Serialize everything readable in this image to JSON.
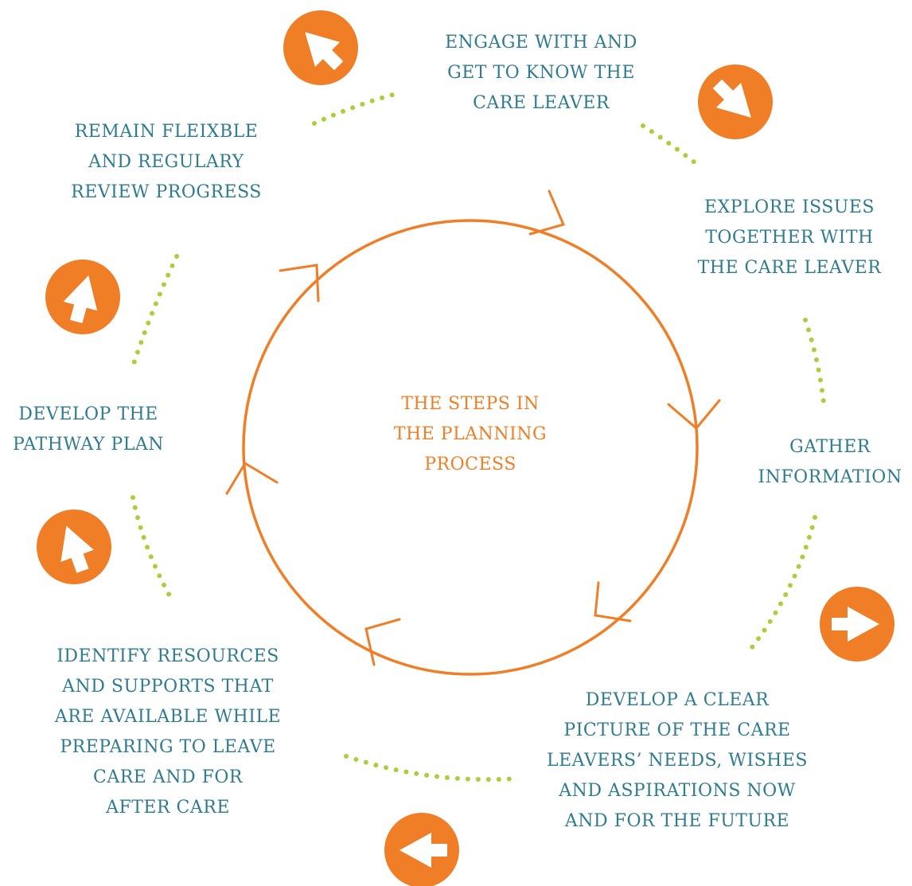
{
  "center": {
    "lines": [
      "THE STEPS IN",
      "THE PLANNING",
      "PROCESS"
    ]
  },
  "steps": [
    {
      "lines": [
        "ENGAGE WITH AND",
        "GET TO KNOW THE",
        "CARE LEAVER"
      ]
    },
    {
      "lines": [
        "EXPLORE ISSUES",
        "TOGETHER WITH",
        "THE CARE LEAVER"
      ]
    },
    {
      "lines": [
        "GATHER",
        "INFORMATION"
      ]
    },
    {
      "lines": [
        "DEVELOP A CLEAR",
        "PICTURE OF THE CARE",
        "LEAVERS’ NEEDS, WISHES",
        "AND ASPIRATIONS NOW",
        "AND FOR THE FUTURE"
      ]
    },
    {
      "lines": [
        "IDENTIFY RESOURCES",
        "AND SUPPORTS THAT",
        "ARE AVAILABLE WHILE",
        "PREPARING TO LEAVE",
        "CARE AND FOR",
        "AFTER CARE"
      ]
    },
    {
      "lines": [
        "DEVELOP THE",
        "PATHWAY PLAN"
      ]
    },
    {
      "lines": [
        "REMAIN FLEIXBLE",
        "AND REGULARY",
        "REVIEW PROGRESS"
      ]
    }
  ],
  "icons": [
    "arrow-icon",
    "arrow-icon",
    "arrow-icon",
    "arrow-icon",
    "arrow-icon",
    "arrow-icon",
    "arrow-icon"
  ],
  "colors": {
    "accent": "#f07e26",
    "text": "#2f7b90",
    "dots": "#a9cf3a"
  }
}
